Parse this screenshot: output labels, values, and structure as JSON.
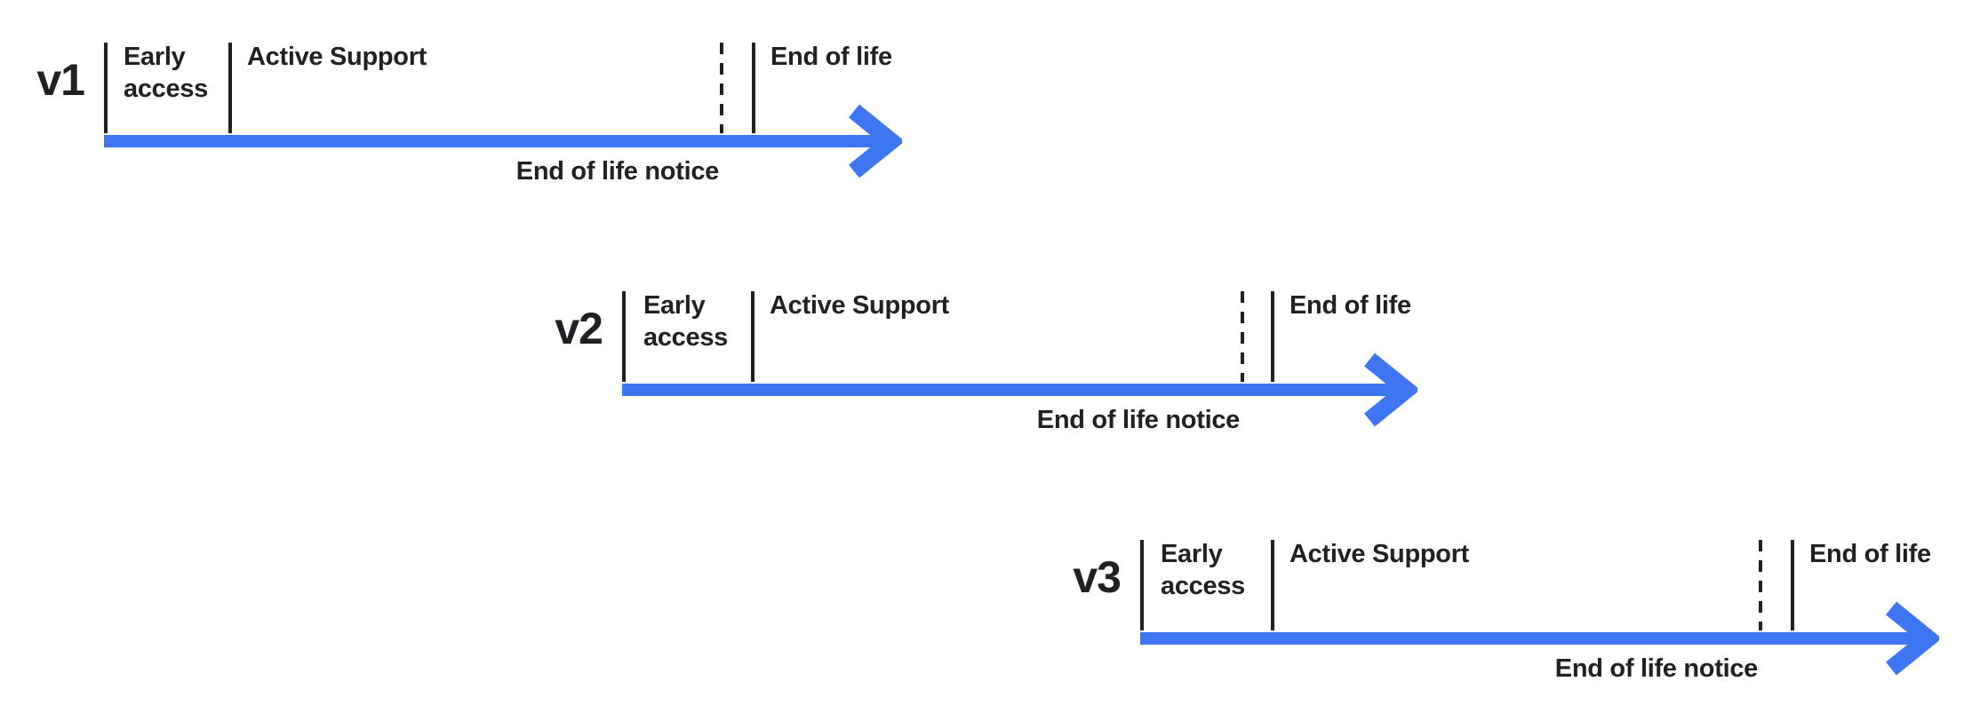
{
  "colors": {
    "timeline": "#3D76F0",
    "ink": "#202124",
    "background": "#ffffff"
  },
  "rows": [
    {
      "version": "v1",
      "phases": {
        "early_access_line1": "Early",
        "early_access_line2": "access",
        "active_support": "Active Support",
        "end_of_life": "End of life",
        "end_of_life_notice": "End of life notice"
      }
    },
    {
      "version": "v2",
      "phases": {
        "early_access_line1": "Early",
        "early_access_line2": "access",
        "active_support": "Active Support",
        "end_of_life": "End of life",
        "end_of_life_notice": "End of life notice"
      }
    },
    {
      "version": "v3",
      "phases": {
        "early_access_line1": "Early",
        "early_access_line2": "access",
        "active_support": "Active Support",
        "end_of_life": "End of life",
        "end_of_life_notice": "End of life notice"
      }
    }
  ]
}
